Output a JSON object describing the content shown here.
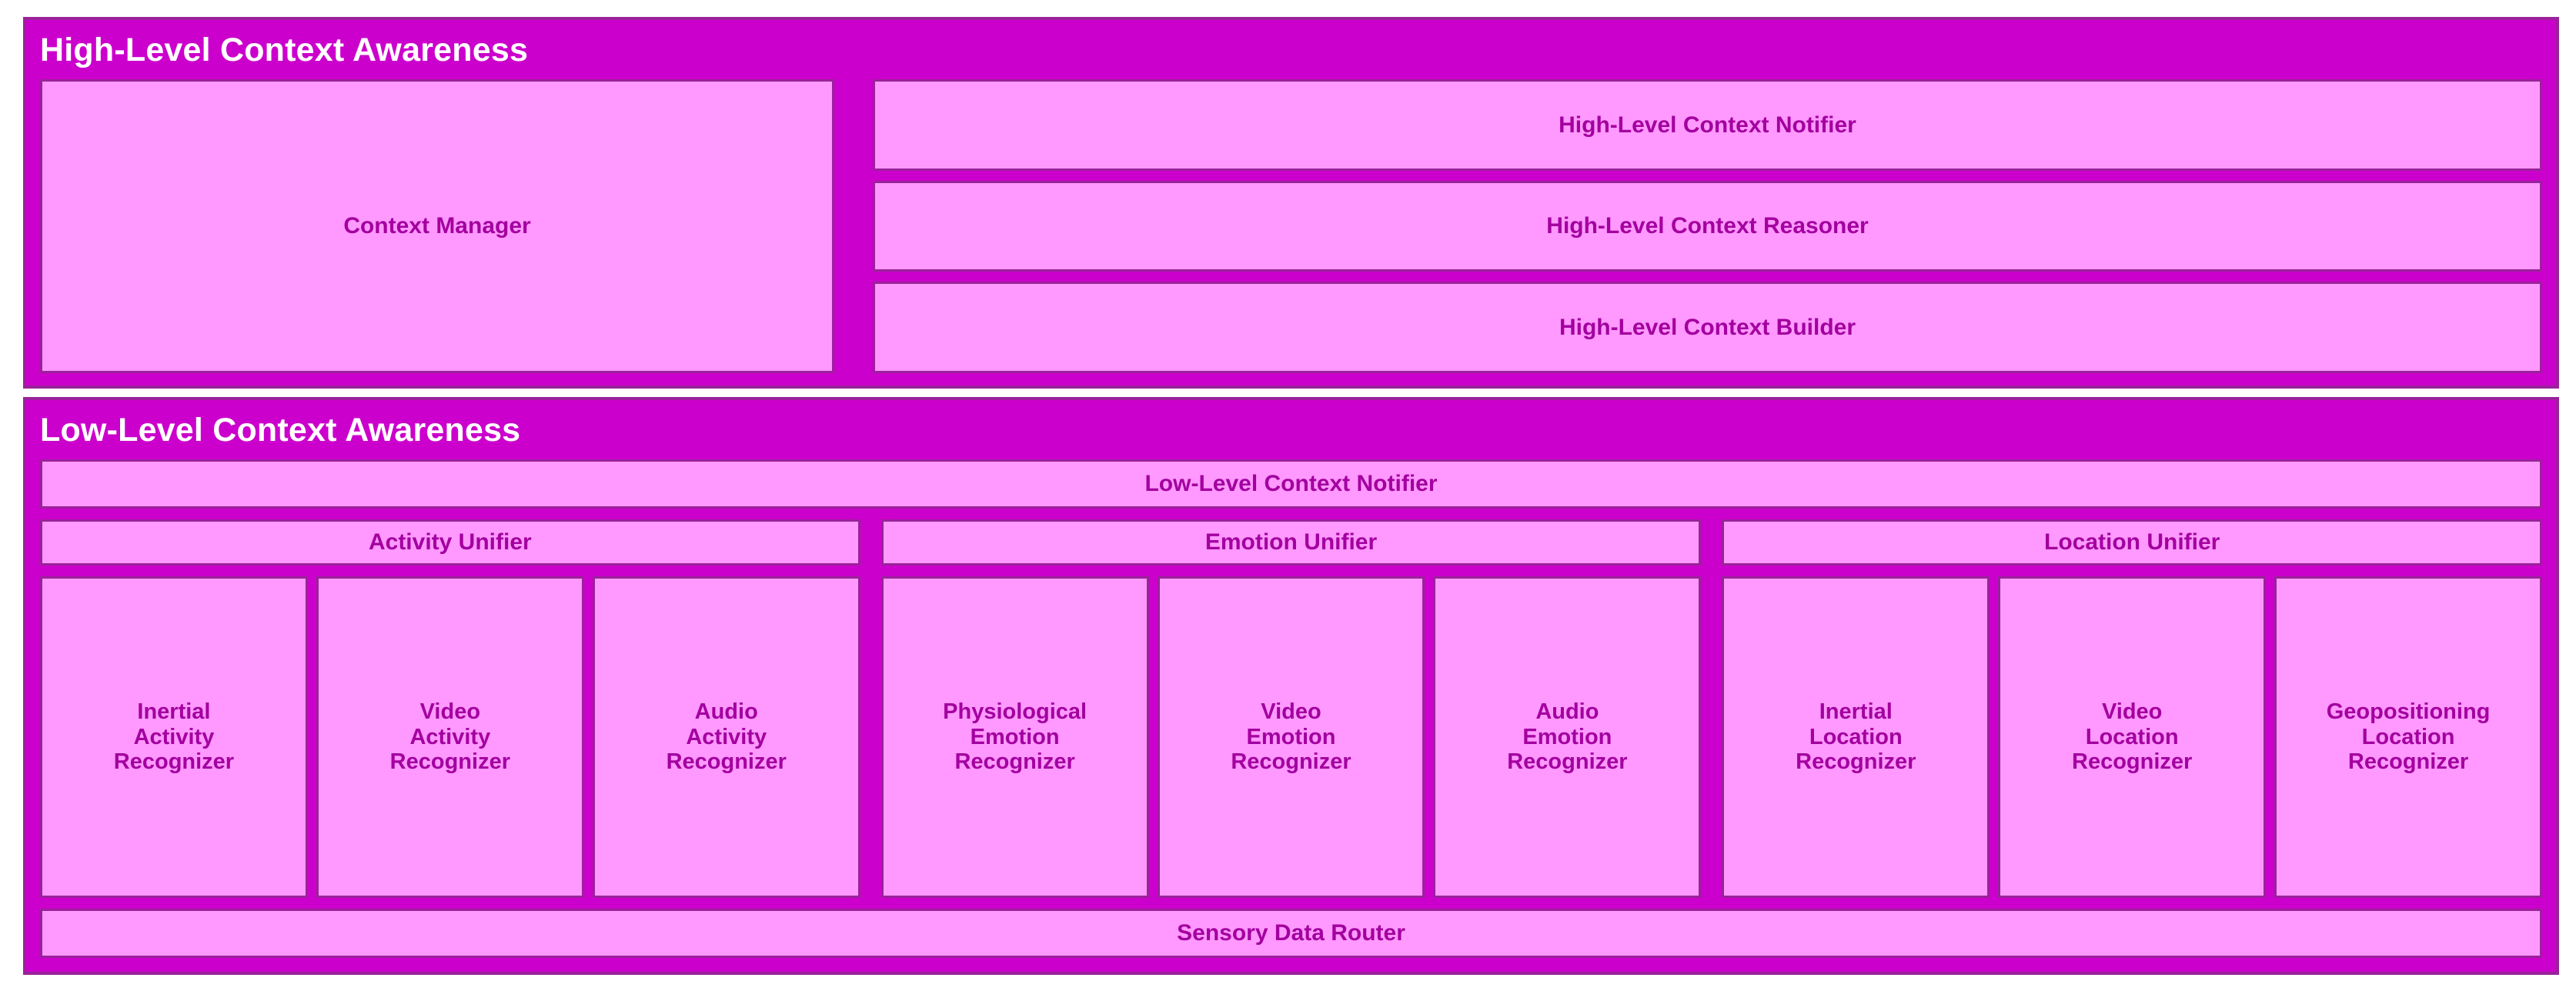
{
  "colors": {
    "panel_background": "#cc00cc",
    "panel_border": "#9a229a",
    "box_fill": "#ff99ff",
    "box_border": "#9a229a",
    "box_text": "#a3009f",
    "title_text": "#ffffff",
    "page_background": "#ffffff"
  },
  "high_level": {
    "title": "High-Level Context Awareness",
    "context_manager": "Context Manager",
    "components": [
      "High-Level Context  Notifier",
      "High-Level Context Reasoner",
      "High-Level Context Builder"
    ]
  },
  "low_level": {
    "title": "Low-Level Context Awareness",
    "notifier": "Low-Level Context Notifier",
    "unifiers": [
      "Activity Unifier",
      "Emotion Unifier",
      "Location Unifier"
    ],
    "recognizer_groups": [
      {
        "group": "activity",
        "items": [
          "Inertial\nActivity\nRecognizer",
          "Video\nActivity\nRecognizer",
          "Audio\nActivity\nRecognizer"
        ]
      },
      {
        "group": "emotion",
        "items": [
          "Physiological\nEmotion\nRecognizer",
          "Video\nEmotion\nRecognizer",
          "Audio\nEmotion\nRecognizer"
        ]
      },
      {
        "group": "location",
        "items": [
          "Inertial\nLocation\nRecognizer",
          "Video\nLocation\nRecognizer",
          "Geopositioning\nLocation\nRecognizer"
        ]
      }
    ],
    "router": "Sensory Data Router"
  }
}
